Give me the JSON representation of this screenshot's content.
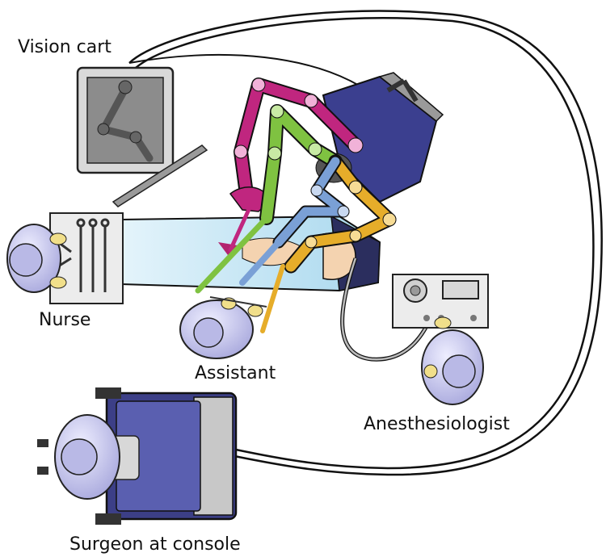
{
  "labels": {
    "vision_cart": "Vision cart",
    "nurse": "Nurse",
    "assistant": "Assistant",
    "anesthesiologist": "Anesthesiologist",
    "surgeon": "Surgeon at console"
  },
  "colors": {
    "arm_magenta": "#c0267f",
    "arm_green": "#7fc241",
    "arm_yellow": "#e6ad2a",
    "arm_blue": "#7aa0d6",
    "patient_cart": "#3b3f8f",
    "table": "#bfe3f3",
    "gown": "#c9c9ec",
    "console": "#4a4f9a",
    "cable": "#111111"
  }
}
